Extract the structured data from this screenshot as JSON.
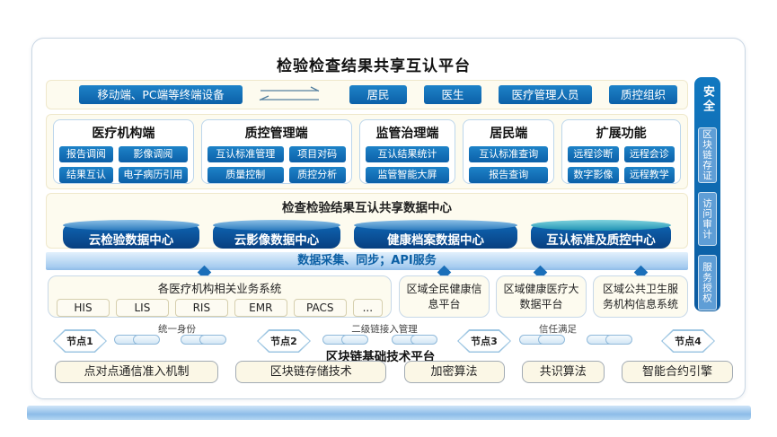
{
  "title": "检验检查结果共享互认平台",
  "terminal_row": {
    "device_label": "移动端、PC端等终端设备",
    "users": [
      "居民",
      "医生",
      "医疗管理人员",
      "质控组织"
    ]
  },
  "client_panels": [
    {
      "title": "医疗机构端",
      "items": [
        "报告调阅",
        "影像调阅",
        "结果互认",
        "电子病历引用"
      ]
    },
    {
      "title": "质控管理端",
      "items": [
        "互认标准管理",
        "项目对码",
        "质量控制",
        "质控分析"
      ]
    },
    {
      "title": "监管治理端",
      "items": [
        "互认结果统计",
        "监管智能大屏"
      ]
    },
    {
      "title": "居民端",
      "items": [
        "互认标准查询",
        "报告查询"
      ]
    },
    {
      "title": "扩展功能",
      "items": [
        "远程诊断",
        "远程会诊",
        "数字影像",
        "远程教学"
      ]
    }
  ],
  "data_center": {
    "title": "检查检验结果互认共享数据中心",
    "cylinders": [
      "云检验数据中心",
      "云影像数据中心",
      "健康档案数据中心",
      "互认标准及质控中心"
    ],
    "api_bar_label": "数据采集、同步；API服务"
  },
  "source_layer": {
    "hospital_systems": {
      "title": "各医疗机构相关业务系统",
      "systems": [
        "HIS",
        "LIS",
        "RIS",
        "EMR",
        "PACS",
        "..."
      ]
    },
    "regional_platforms": [
      "区域全民健康信息平台",
      "区域健康医疗大数据平台",
      "区域公共卫生服务机构信息系统"
    ]
  },
  "blockchain": {
    "nodes": [
      "节点1",
      "节点2",
      "节点3",
      "节点4"
    ],
    "link_labels": [
      "统一身份",
      "二级链接入管理",
      "信任满足"
    ],
    "platform_title": "区块链基础技术平台",
    "components": [
      "点对点通信准入机制",
      "区块链存储技术",
      "加密算法",
      "共识算法",
      "智能合约引擎"
    ]
  },
  "security_sidebar": {
    "title": "安全",
    "items": [
      "区块链存证",
      "访问审计",
      "服务授权"
    ]
  },
  "colors": {
    "primary_blue": "#0e6cb4",
    "cylinder_blue": "#0a4c94",
    "cream_bg": "#fdfbef",
    "api_bar_blue": "#a8cdf0"
  }
}
